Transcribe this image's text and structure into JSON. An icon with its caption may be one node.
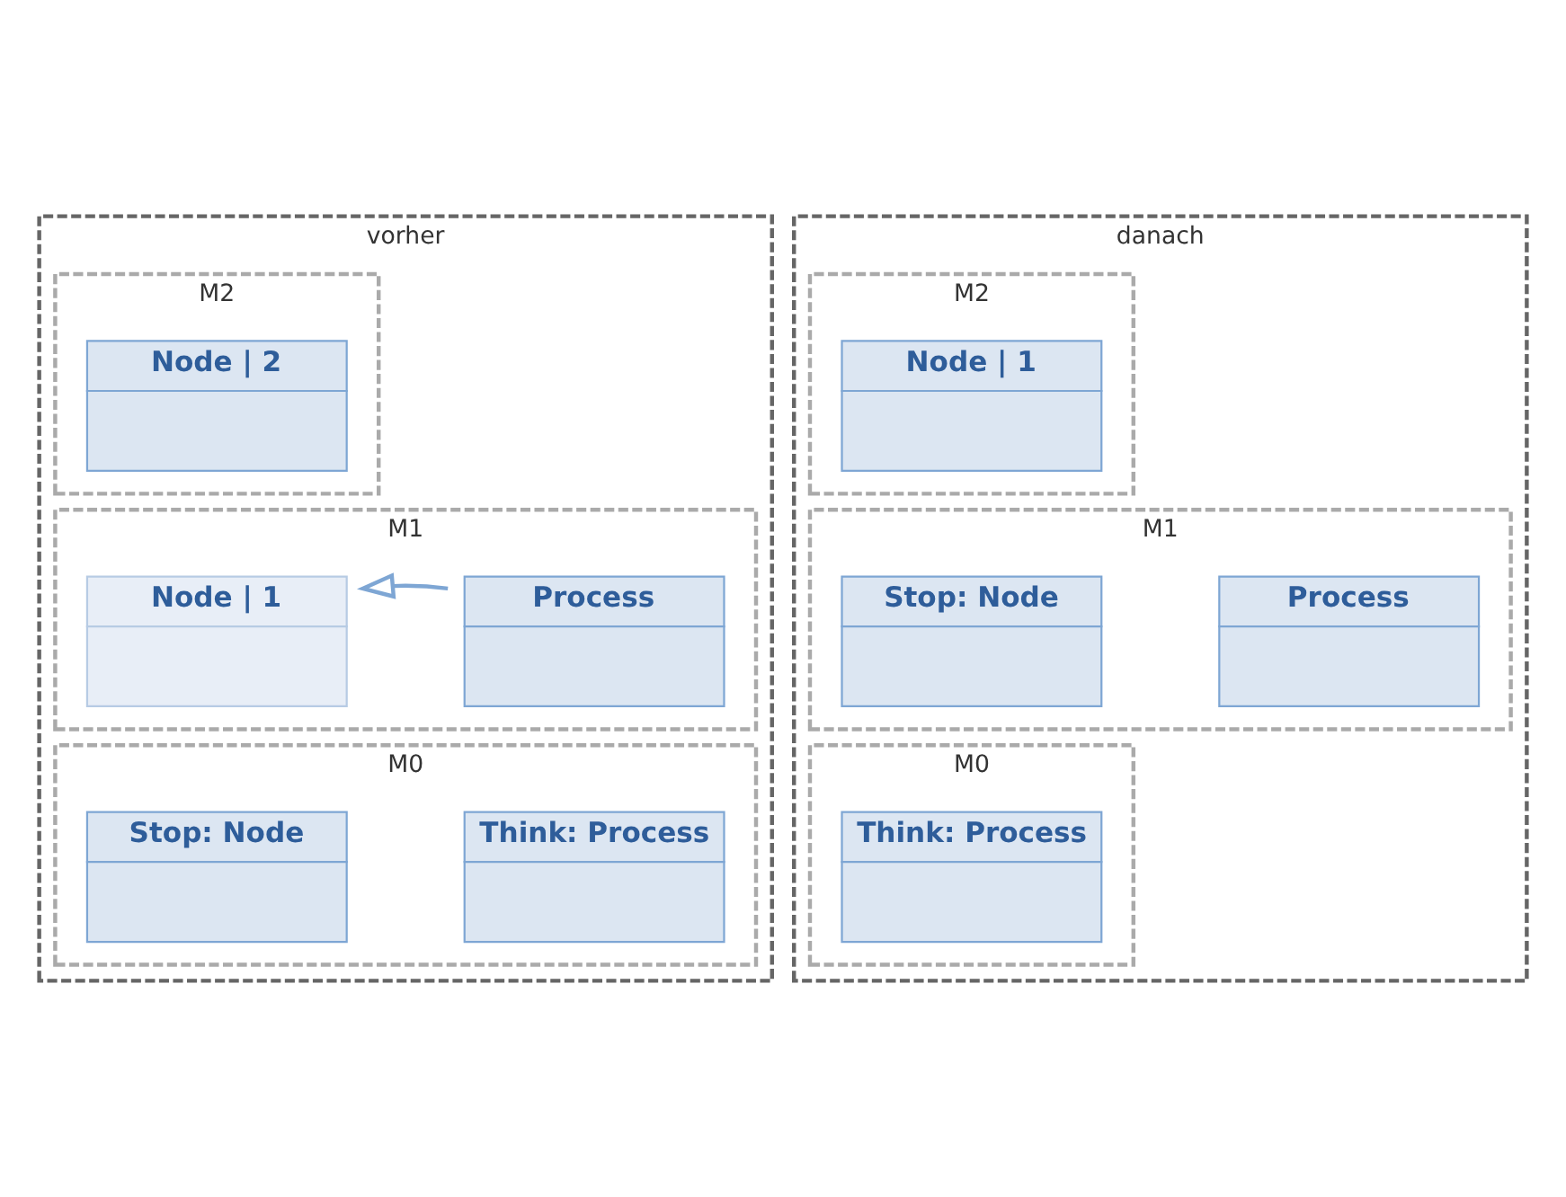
{
  "diagram": {
    "nodes": [
      {
        "text": [
          "vorher"
        ]
      },
      {
        "text": [
          "M2"
        ],
        "in": 0
      },
      {
        "text": [
          "Node | 2"
        ],
        "in": 1
      },
      {
        "text": [
          "M1"
        ],
        "in": 0
      },
      {
        "text": [
          "Node | 1"
        ],
        "in": 3
      },
      {
        "text": [
          "Process"
        ],
        "in": 3
      },
      {
        "text": [
          "M0"
        ],
        "in": 0
      },
      {
        "text": [
          "Stop: Node"
        ],
        "in": 6
      },
      {
        "text": [
          "Think: Process"
        ],
        "in": 6
      },
      {
        "text": [
          "danach"
        ]
      },
      {
        "text": [
          "M2"
        ],
        "in": 9
      },
      {
        "text": [
          "Node | 1"
        ],
        "in": 10
      },
      {
        "text": [
          "M1"
        ],
        "in": 9
      },
      {
        "text": [
          "Stop: Node"
        ],
        "in": 12
      },
      {
        "text": [
          "Process"
        ],
        "in": 12
      },
      {
        "text": [
          "M0"
        ],
        "in": 9
      },
      {
        "text": [
          "Think: Process"
        ],
        "in": 15
      }
    ],
    "edges": [
      {
        "from": 5,
        "to": 4,
        "arrow": "to"
      }
    ]
  }
}
